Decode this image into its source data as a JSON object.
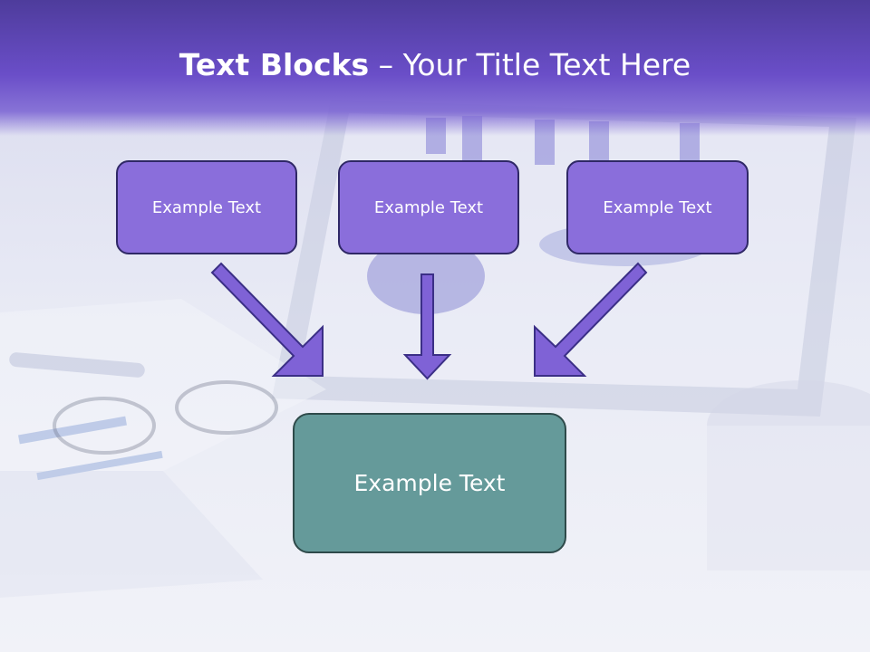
{
  "slide": {
    "title_bold": "Text Blocks",
    "title_rest": " – Your Title Text Here"
  },
  "blocks": {
    "top_left": "Example Text",
    "top_center": "Example Text",
    "top_right": "Example Text",
    "bottom": "Example Text"
  },
  "colors": {
    "header": "#6a4ec8",
    "top_box_fill": "#8a6edb",
    "bottom_box_fill": "#659a9a",
    "arrow_fill": "#7f62d6",
    "arrow_stroke": "#3b2f86"
  }
}
